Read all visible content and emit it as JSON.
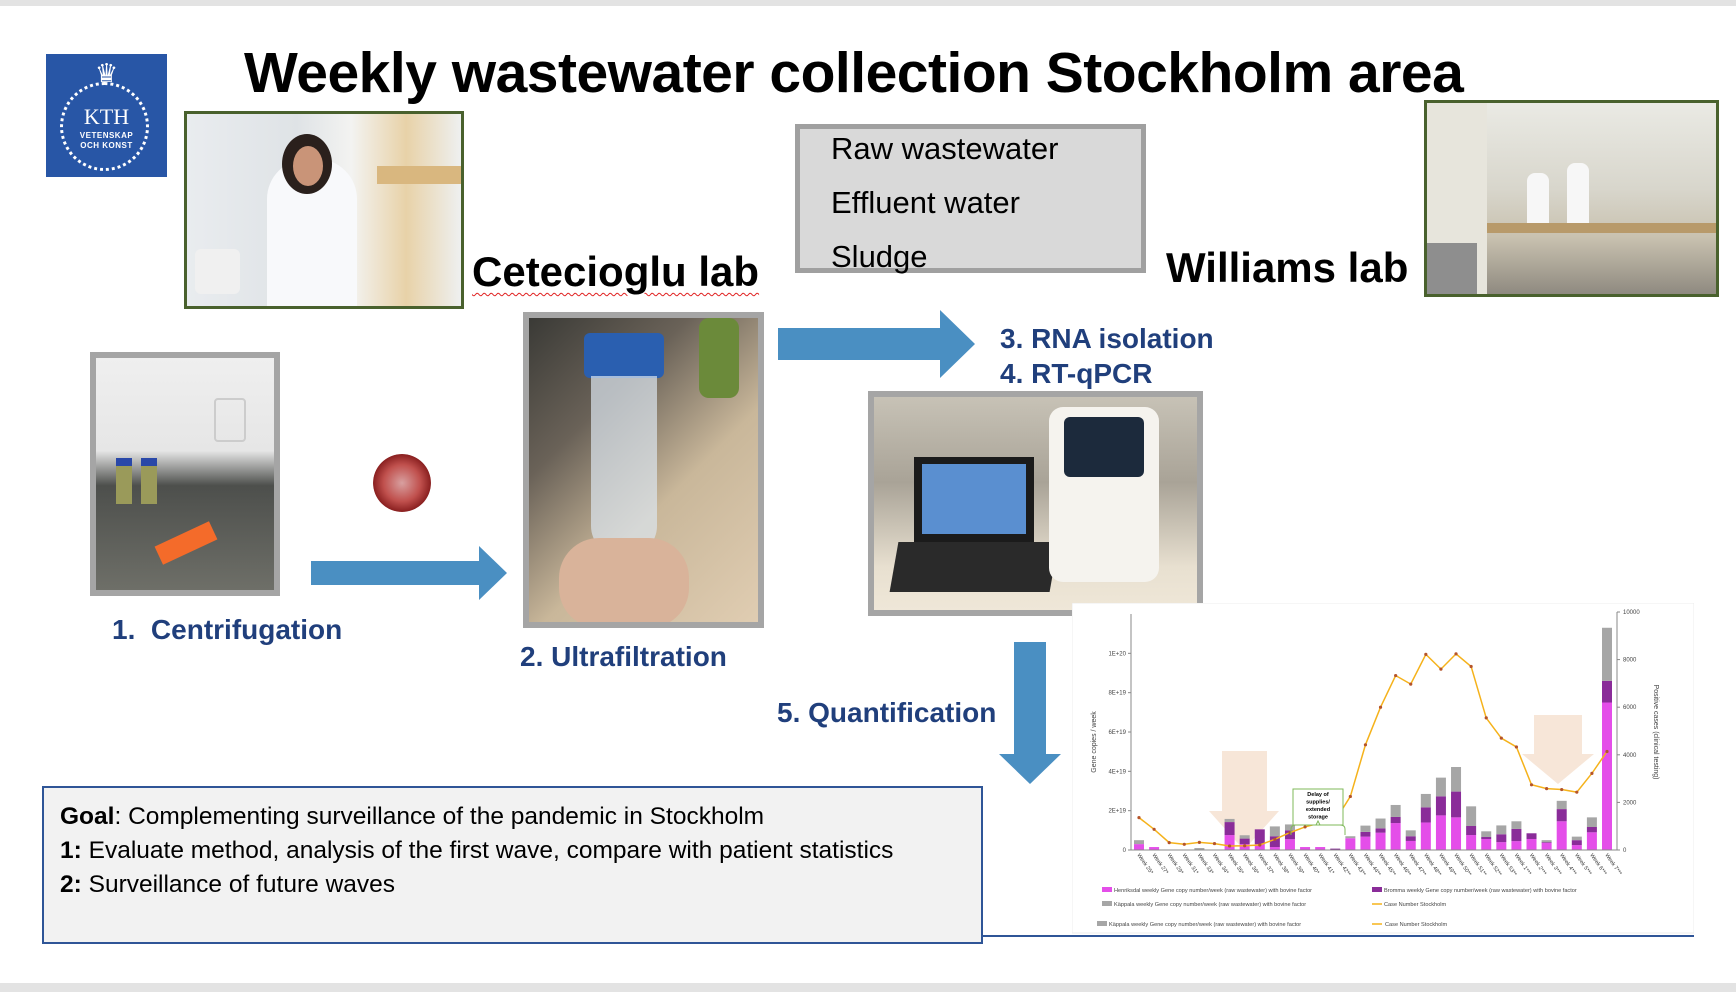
{
  "slide": {
    "title": "Weekly wastewater collection Stockholm area",
    "logo": {
      "name": "KTH",
      "sub1": "VETENSKAP",
      "sub2": "OCH KONST"
    },
    "labs": {
      "left": "Cetecioglu lab",
      "right": "Williams lab"
    },
    "sample_types": [
      "Raw wastewater",
      "Effluent water",
      "Sludge"
    ],
    "steps": {
      "s1_num": "1.",
      "s1": "Centrifugation",
      "s2": "2. Ultrafiltration",
      "s3": "3. RNA isolation",
      "s4": "4. RT-qPCR",
      "s5": "5. Quantification"
    },
    "goal": {
      "l1_bold": "Goal",
      "l1": ": Complementing surveillance of the pandemic in Stockholm",
      "l2_bold": "1:",
      "l2": " Evaluate method, analysis of the first wave, compare with patient statistics",
      "l3_bold": "2:",
      "l3": " Surveillance of future waves"
    },
    "colors": {
      "arrow": "#4a8fc2",
      "step_text": "#203f7c",
      "henriksdal": "#e44ee9",
      "bromma": "#8a2c99",
      "kappala": "#a6a6a6",
      "cases": "#f5b21b",
      "marker": "#b5542a"
    }
  },
  "chart_data": {
    "type": "bar",
    "stacked": true,
    "ylabel": "Gene copies / week",
    "y2label": "Positive cases (clinical testing)",
    "ylim": [
      0,
      1.2e+20
    ],
    "y2lim": [
      0,
      10000
    ],
    "yticks": [
      "0",
      "2E+19",
      "4E+19",
      "6E+19",
      "8E+19",
      "1E+20"
    ],
    "ytick_values": [
      0,
      2e+19,
      4e+19,
      6e+19,
      8e+19,
      1e+20
    ],
    "y2ticks": [
      0,
      2000,
      4000,
      6000,
      8000,
      10000
    ],
    "categories": [
      "Week 25*",
      "Week 27*",
      "Week 29*",
      "Week 31*",
      "Week 33*",
      "Week 34*",
      "Week 35*",
      "Week 36*",
      "Week 37*",
      "Week 38*",
      "Week 39*",
      "Week 40*",
      "Week 41*",
      "Week 42**",
      "Week 43**",
      "Week 44**",
      "Week 45**",
      "Week 46**",
      "Week 47**",
      "Week 48**",
      "Week 49**",
      "Week 50**",
      "Week 51**",
      "Week 52**",
      "Week 53**",
      "Week 1***",
      "Week 2***",
      "Week 3***",
      "Week 4***",
      "Week 5***",
      "Week 6***",
      "Week 7***"
    ],
    "series": [
      {
        "name": "Henriksdal weekly Gene copy number/week (raw wastewater) with bovine factor",
        "axis": "left",
        "unit": "E19",
        "values": [
          0.3,
          0.15,
          0,
          0,
          0,
          0,
          0.76,
          0.3,
          0.3,
          0.15,
          0.55,
          0.15,
          0.15,
          0,
          0.6,
          0.68,
          0.88,
          1.37,
          0.46,
          1.4,
          1.76,
          1.66,
          0.76,
          0.56,
          0.4,
          0.45,
          0.56,
          0.36,
          1.46,
          0.25,
          0.9,
          7.5
        ]
      },
      {
        "name": "Bromma weekly Gene copy number/week (raw wastewater) with bovine factor",
        "axis": "left",
        "unit": "E19",
        "values": [
          0,
          0,
          0,
          0,
          0,
          0,
          0.66,
          0.28,
          0.75,
          0.55,
          0.45,
          0,
          0,
          0.07,
          0,
          0.24,
          0.22,
          0.31,
          0.24,
          0.77,
          0.97,
          1.31,
          0.46,
          0.1,
          0.4,
          0.62,
          0.29,
          0.04,
          0.62,
          0.25,
          0.27,
          1.1
        ]
      },
      {
        "name": "Käppala weekly Gene copy number/week (raw wastewater) with bovine factor",
        "axis": "left",
        "unit": "E19",
        "values": [
          0.2,
          0,
          0,
          0,
          0.1,
          0,
          0.16,
          0.17,
          0,
          0.5,
          0.3,
          0,
          0,
          0,
          0.1,
          0.32,
          0.5,
          0.61,
          0.3,
          0.68,
          0.95,
          1.25,
          1.0,
          0.29,
          0.45,
          0.39,
          0,
          0.1,
          0.42,
          0.18,
          0.49,
          2.7
        ]
      },
      {
        "name": "Case Number Stockholm",
        "type": "line",
        "axis": "right",
        "values": [
          1360,
          870,
          310,
          240,
          320,
          270,
          170,
          180,
          210,
          450,
          730,
          970,
          1140,
          1240,
          2250,
          4420,
          6000,
          7330,
          6970,
          8220,
          7600,
          8240,
          7710,
          5550,
          4700,
          4330,
          2740,
          2580,
          2540,
          2430,
          3220,
          4140
        ]
      }
    ],
    "legend": [
      "Henriksdal weekly Gene copy number/week (raw wastewater) with bovine factor",
      "Bromma weekly Gene copy number/week (raw wastewater) with bovine factor",
      "Käppala weekly Gene copy number/week (raw wastewater) with bovine factor",
      "Case Number Stockholm"
    ],
    "legend_placement": "bottom",
    "annotations": {
      "delay_box": [
        "Delay of",
        "supplies/",
        "extended",
        "storage"
      ]
    }
  }
}
